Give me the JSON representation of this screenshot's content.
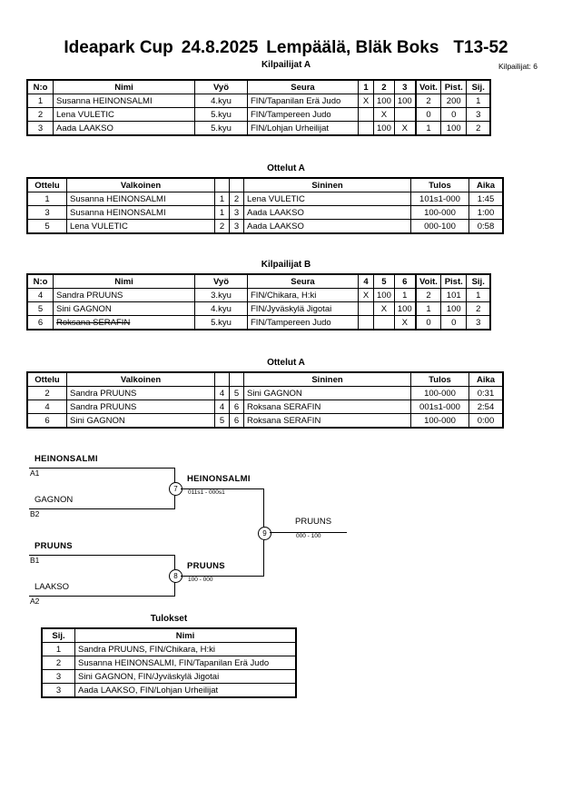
{
  "header": {
    "event": "Ideapark Cup",
    "date": "24.8.2025",
    "location": "Lempäälä, Bläk Boks",
    "category": "T13-52",
    "pool_a_caption": "Kilpailijat A",
    "competitor_count_label": "Kilpailijat: 6"
  },
  "pool_a": {
    "caption": "Kilpailijat A",
    "headers": [
      "N:o",
      "Nimi",
      "Vyö",
      "Seura",
      "1",
      "2",
      "3",
      "Voit.",
      "Pist.",
      "Sij."
    ],
    "rows": [
      {
        "no": "1",
        "name": "Susanna HEINONSALMI",
        "belt": "4.kyu",
        "club": "FIN/Tapanilan Erä Judo",
        "m1": "X",
        "m2": "100",
        "m3": "100",
        "wins": "2",
        "points": "200",
        "rank": "1",
        "struck": false
      },
      {
        "no": "2",
        "name": "Lena VULETIC",
        "belt": "5.kyu",
        "club": "FIN/Tampereen Judo",
        "m1": "",
        "m2": "X",
        "m3": "",
        "wins": "0",
        "points": "0",
        "rank": "3",
        "struck": false
      },
      {
        "no": "3",
        "name": "Aada LAAKSO",
        "belt": "5.kyu",
        "club": "FIN/Lohjan Urheilijat",
        "m1": "",
        "m2": "100",
        "m3": "X",
        "wins": "1",
        "points": "100",
        "rank": "2",
        "struck": false
      }
    ]
  },
  "matches_a": {
    "caption": "Ottelut A",
    "headers": [
      "Ottelu",
      "Valkoinen",
      "",
      "",
      "Sininen",
      "Tulos",
      "Aika"
    ],
    "rows": [
      {
        "match": "1",
        "white": "Susanna HEINONSALMI",
        "white_bold": true,
        "wno": "1",
        "bno": "2",
        "blue": "Lena VULETIC",
        "blue_bold": false,
        "result": "101s1-000",
        "time": "1:45"
      },
      {
        "match": "3",
        "white": "Susanna HEINONSALMI",
        "white_bold": true,
        "wno": "1",
        "bno": "3",
        "blue": "Aada LAAKSO",
        "blue_bold": false,
        "result": "100-000",
        "time": "1:00"
      },
      {
        "match": "5",
        "white": "Lena VULETIC",
        "white_bold": false,
        "wno": "2",
        "bno": "3",
        "blue": "Aada LAAKSO",
        "blue_bold": true,
        "result": "000-100",
        "time": "0:58"
      }
    ]
  },
  "pool_b": {
    "caption": "Kilpailijat B",
    "headers": [
      "N:o",
      "Nimi",
      "Vyö",
      "Seura",
      "4",
      "5",
      "6",
      "Voit.",
      "Pist.",
      "Sij."
    ],
    "rows": [
      {
        "no": "4",
        "name": "Sandra PRUUNS",
        "belt": "3.kyu",
        "club": "FIN/Chikara, H:ki",
        "m1": "X",
        "m2": "100",
        "m3": "1",
        "wins": "2",
        "points": "101",
        "rank": "1",
        "struck": false
      },
      {
        "no": "5",
        "name": "Sini GAGNON",
        "belt": "4.kyu",
        "club": "FIN/Jyväskylä Jigotai",
        "m1": "",
        "m2": "X",
        "m3": "100",
        "wins": "1",
        "points": "100",
        "rank": "2",
        "struck": false
      },
      {
        "no": "6",
        "name": "Roksana SERAFIN",
        "belt": "5.kyu",
        "club": "FIN/Tampereen Judo",
        "m1": "",
        "m2": "",
        "m3": "X",
        "wins": "0",
        "points": "0",
        "rank": "3",
        "struck": true
      }
    ]
  },
  "matches_b": {
    "caption": "Ottelut A",
    "headers": [
      "Ottelu",
      "Valkoinen",
      "",
      "",
      "Sininen",
      "Tulos",
      "Aika"
    ],
    "rows": [
      {
        "match": "2",
        "white": "Sandra PRUUNS",
        "white_bold": true,
        "wno": "4",
        "bno": "5",
        "blue": "Sini GAGNON",
        "blue_bold": false,
        "result": "100-000",
        "time": "0:31"
      },
      {
        "match": "4",
        "white": "Sandra PRUUNS",
        "white_bold": true,
        "wno": "4",
        "bno": "6",
        "blue": "Roksana SERAFIN",
        "blue_bold": false,
        "result": "001s1-000",
        "time": "2:54"
      },
      {
        "match": "6",
        "white": "Sini GAGNON",
        "white_bold": true,
        "wno": "5",
        "bno": "6",
        "blue": "Roksana SERAFIN",
        "blue_bold": false,
        "result": "100-000",
        "time": "0:00"
      }
    ]
  },
  "bracket": {
    "entrants": [
      {
        "name": "HEINONSALMI",
        "seed": "A1",
        "bold": true
      },
      {
        "name": "GAGNON",
        "seed": "B2",
        "bold": false
      },
      {
        "name": "PRUUNS",
        "seed": "B1",
        "bold": true
      },
      {
        "name": "LAAKSO",
        "seed": "A2",
        "bold": false
      }
    ],
    "semi_top": {
      "node": "7",
      "winner": "HEINONSALMI",
      "score": "011s1 - 000s1"
    },
    "semi_bottom": {
      "node": "8",
      "winner": "PRUUNS",
      "score": "100 - 000"
    },
    "final": {
      "node": "9",
      "winner": "PRUUNS",
      "score": "000 - 100"
    }
  },
  "results": {
    "caption": "Tulokset",
    "headers": [
      "Sij.",
      "Nimi"
    ],
    "rows": [
      {
        "rank": "1",
        "name": "Sandra PRUUNS, FIN/Chikara, H:ki"
      },
      {
        "rank": "2",
        "name": "Susanna HEINONSALMI, FIN/Tapanilan Erä Judo"
      },
      {
        "rank": "3",
        "name": "Sini GAGNON, FIN/Jyväskylä Jigotai"
      },
      {
        "rank": "3",
        "name": "Aada LAAKSO, FIN/Lohjan Urheilijat"
      }
    ]
  }
}
